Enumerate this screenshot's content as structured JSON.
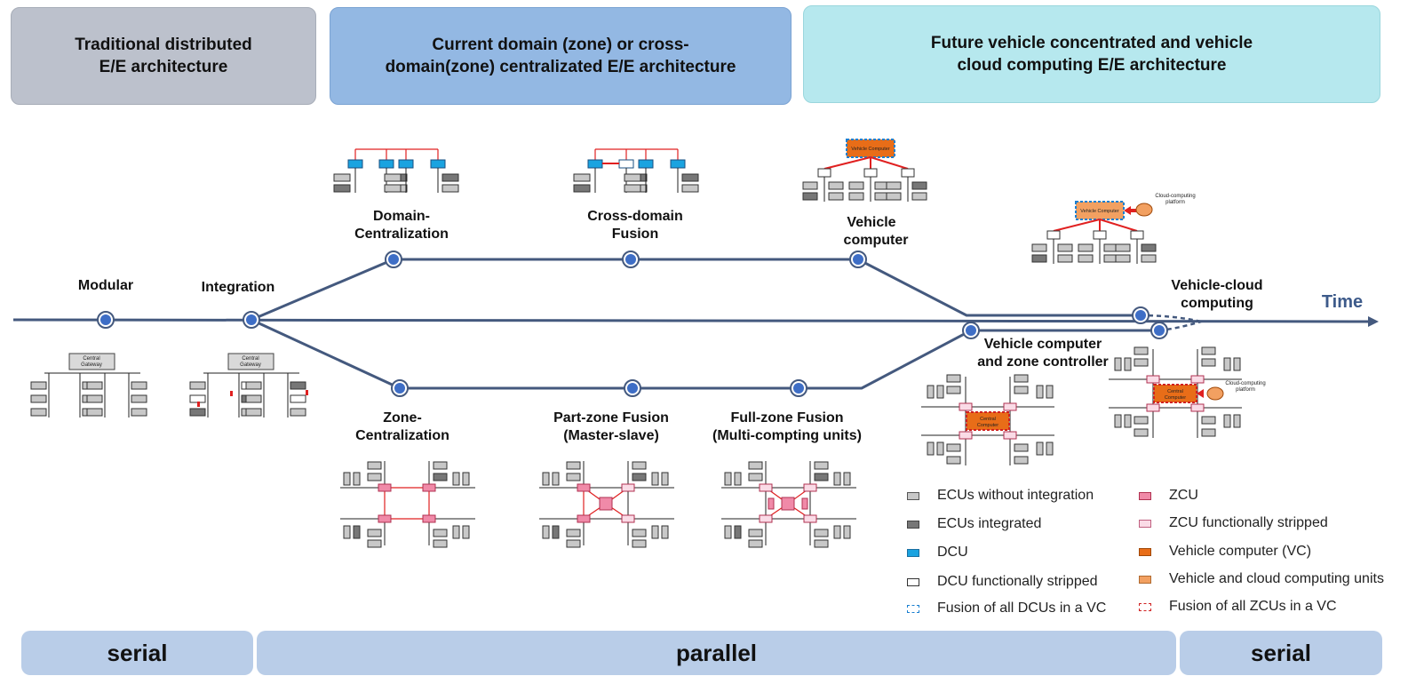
{
  "headers": [
    "Traditional distributed\nE/E architecture",
    "Current  domain (zone) or cross-\ndomain(zone) centralizated E/E architecture",
    "Future vehicle concentrated  and vehicle\ncloud computing E/E architecture"
  ],
  "footers": [
    "serial",
    "parallel",
    "serial"
  ],
  "axis_label": "Time",
  "stages": {
    "modular": "Modular",
    "integration": "Integration",
    "domain_centralization": [
      "Domain-",
      "Centralization"
    ],
    "cross_domain_fusion": [
      "Cross-domain",
      "Fusion"
    ],
    "vehicle_computer": [
      "Vehicle",
      "computer"
    ],
    "zone_centralization": [
      "Zone-",
      "Centralization"
    ],
    "part_zone_fusion": [
      "Part-zone Fusion",
      "(Master-slave)"
    ],
    "full_zone_fusion": [
      "Full-zone Fusion",
      "(Multi-compting units)"
    ],
    "vehicle_computer_zone": [
      "Vehicle computer",
      "and zone controller"
    ],
    "vehicle_cloud": [
      "Vehicle-cloud",
      "computing"
    ]
  },
  "small_labels": {
    "central_gateway": [
      "Central",
      "Gateway"
    ],
    "vehicle_computer_box": "Vehicle Computer",
    "central_computer": [
      "Central",
      "Computer"
    ],
    "cloud_platform": [
      "Cloud-computing",
      "platform"
    ]
  },
  "legend": [
    {
      "label": "ECUs without integration",
      "fill": "#c8c8c8",
      "border": "#555555",
      "style": "solid"
    },
    {
      "label": "ECUs  integrated",
      "fill": "#777777",
      "border": "#444444",
      "style": "solid"
    },
    {
      "label": "DCU",
      "fill": "#1aa3e0",
      "border": "#1a6fa0",
      "style": "solid"
    },
    {
      "label": "DCU functionally stripped",
      "fill": "#ffffff",
      "border": "#333333",
      "style": "solid"
    },
    {
      "label": "Fusion of all DCUs in a VC",
      "fill": "#ffffff",
      "border": "#1a7fd0",
      "style": "dashed"
    },
    {
      "label": "ZCU",
      "fill": "#f08aa8",
      "border": "#b03050",
      "style": "solid"
    },
    {
      "label": "ZCU functionally stripped",
      "fill": "#fadbe6",
      "border": "#c06080",
      "style": "solid"
    },
    {
      "label": "Vehicle computer (VC)",
      "fill": "#e86d18",
      "border": "#a04808",
      "style": "solid"
    },
    {
      "label": "Vehicle and cloud computing units",
      "fill": "#f2a061",
      "border": "#b06a30",
      "style": "solid"
    },
    {
      "label": "Fusion of all ZCUs in a VC",
      "fill": "#ffffff",
      "border": "#d02020",
      "style": "dashed"
    }
  ],
  "colors": {
    "timeline": "#44597e",
    "node": "#3e6ec6",
    "link": "#e02020",
    "zcu": "#f08aa8",
    "zcu_stripped": "#fadbe6",
    "dcu": "#1aa3e0",
    "vc": "#e86d18",
    "vc_cloud": "#f2a061",
    "ecu": "#c8c8c8",
    "ecu_integrated": "#777777"
  }
}
